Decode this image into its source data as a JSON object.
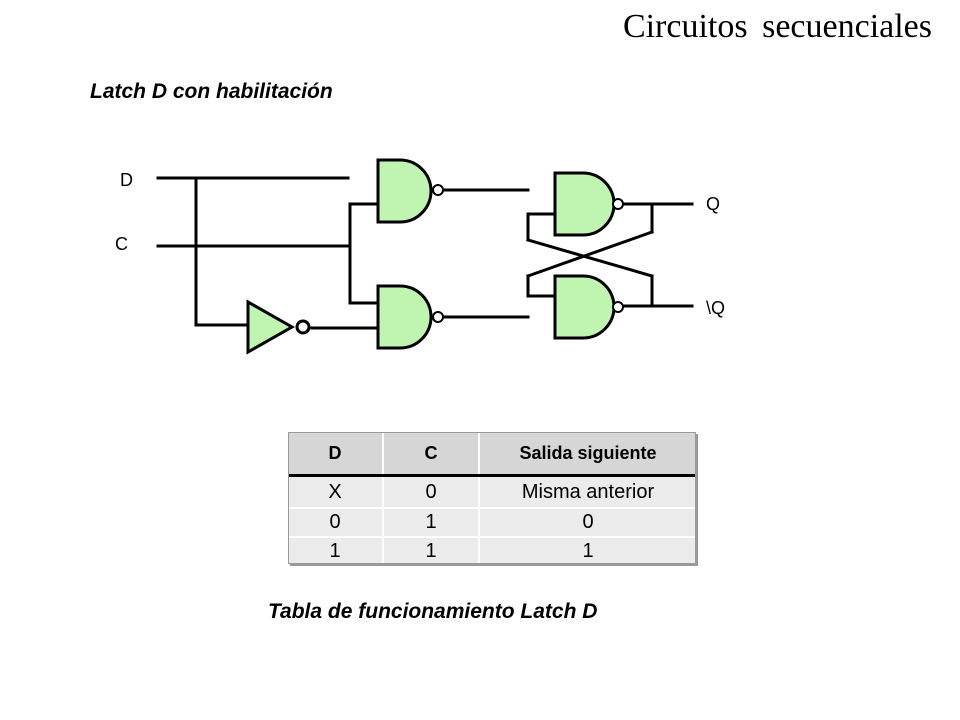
{
  "title": "Circuitos secuenciales",
  "subtitle": "Latch D con habilitación",
  "circuit": {
    "input_d": "D",
    "input_c": "C",
    "output_q": "Q",
    "output_qbar": "\\Q",
    "gate_fill": "#bff5b0"
  },
  "table": {
    "headers": [
      "D",
      "C",
      "Salida siguiente"
    ],
    "rows": [
      [
        "X",
        "0",
        "Misma anterior"
      ],
      [
        "0",
        "1",
        "0"
      ],
      [
        "1",
        "1",
        "1"
      ]
    ]
  },
  "caption": "Tabla de funcionamiento Latch D"
}
